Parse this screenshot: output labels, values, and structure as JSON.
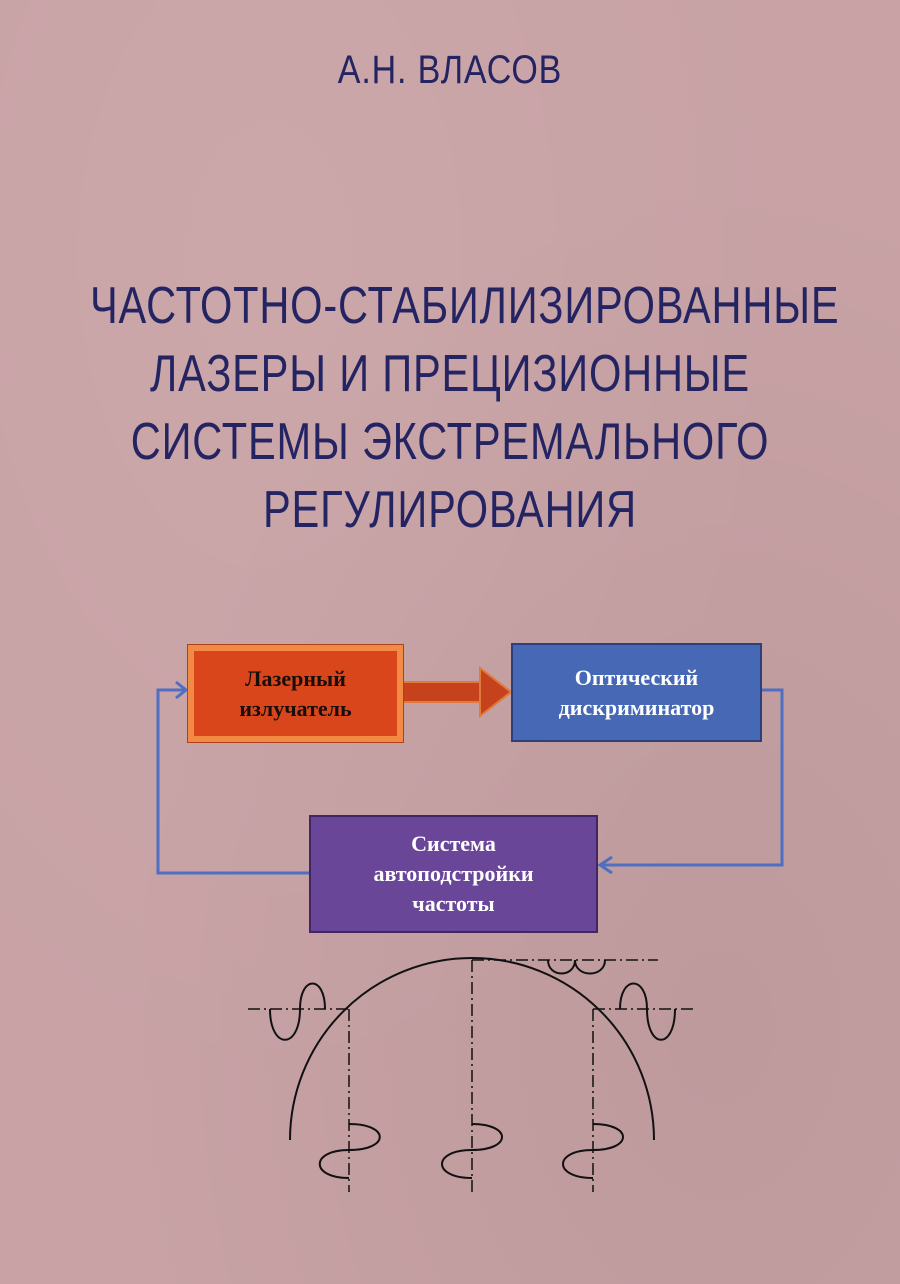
{
  "author": "А.Н. ВЛАСОВ",
  "title_lines": [
    "ЧАСТОТНО-СТАБИЛИЗИРОВАННЫЕ",
    "ЛАЗЕРЫ И ПРЕЦИЗИОННЫЕ",
    "СИСТЕМЫ ЭКСТРЕМАЛЬНОГО",
    "РЕГУЛИРОВАНИЯ"
  ],
  "diagram": {
    "laser": [
      "Лазерный",
      "излучатель"
    ],
    "discriminator": [
      "Оптический",
      "дискриминатор"
    ],
    "afc": [
      "Система",
      "автоподстройки",
      "частоты"
    ]
  },
  "colors": {
    "background": "#c8a2a5",
    "title": "#252463",
    "laser": "#d9461c",
    "discriminator": "#4668b5",
    "afc": "#6a4699",
    "loop_line": "#4f6fc0"
  }
}
